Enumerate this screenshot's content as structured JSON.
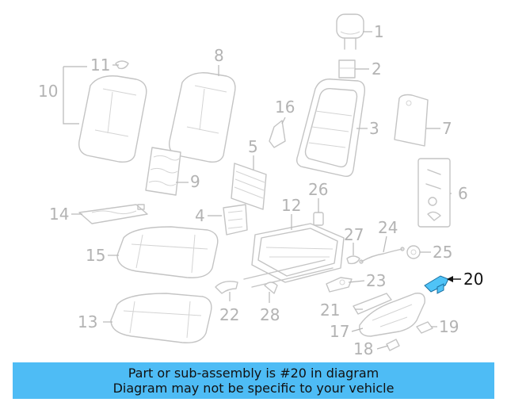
{
  "diagram": {
    "callouts": [
      "1",
      "2",
      "3",
      "4",
      "5",
      "6",
      "7",
      "8",
      "9",
      "10",
      "11",
      "12",
      "13",
      "14",
      "15",
      "16",
      "17",
      "18",
      "19",
      "20",
      "21",
      "22",
      "23",
      "24",
      "25",
      "26",
      "27",
      "28"
    ],
    "highlighted_part": "20",
    "colors": {
      "highlight": "#4fc3f7",
      "banner": "#4ebcf5",
      "part_lines": "#c4c4c4",
      "callout_text": "#b3b3b3"
    }
  },
  "banner": {
    "line1": "Part or sub-assembly is #20 in diagram",
    "line2": "Diagram may not be specific to your vehicle"
  }
}
